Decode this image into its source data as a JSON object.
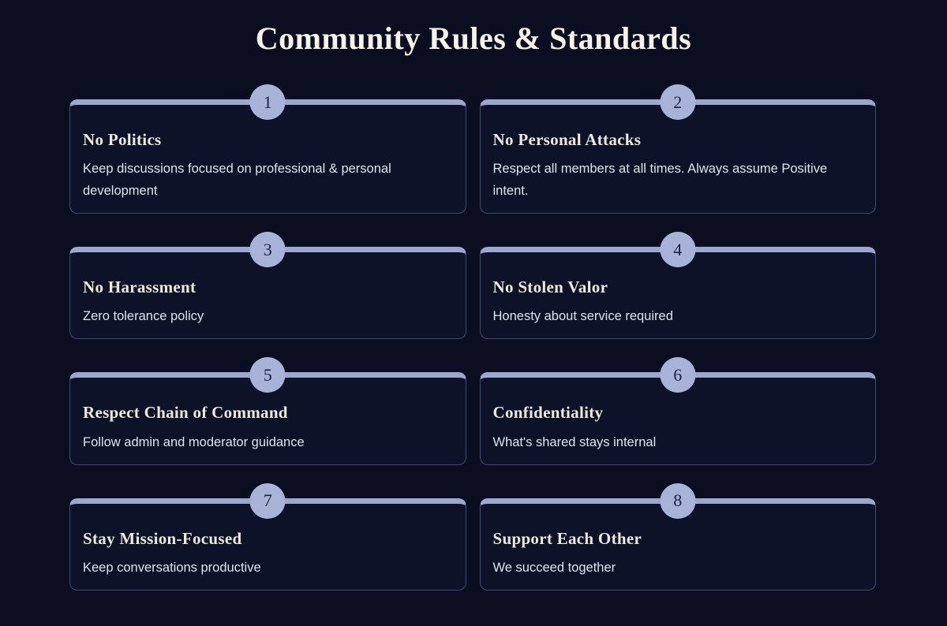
{
  "page": {
    "title": "Community Rules & Standards"
  },
  "colors": {
    "background": "#0a0e20",
    "card_bg": "#0d1228",
    "card_border": "#3e4a74",
    "accent": "#9ca7d0",
    "badge_bg": "#a9b3d8",
    "badge_text": "#1a2240",
    "title_text": "#f7f3e8",
    "card_title_text": "#ede9de",
    "body_text": "#dfe3ee"
  },
  "cards": [
    {
      "number": "1",
      "title": "No Politics",
      "description": "Keep discussions focused on professional & personal development"
    },
    {
      "number": "2",
      "title": "No Personal Attacks",
      "description": "Respect all members at all times. Always assume Positive intent."
    },
    {
      "number": "3",
      "title": "No Harassment",
      "description": "Zero tolerance policy"
    },
    {
      "number": "4",
      "title": "No Stolen Valor",
      "description": "Honesty about service required"
    },
    {
      "number": "5",
      "title": "Respect Chain of Command",
      "description": "Follow admin and moderator guidance"
    },
    {
      "number": "6",
      "title": "Confidentiality",
      "description": "What's shared stays internal"
    },
    {
      "number": "7",
      "title": "Stay Mission-Focused",
      "description": "Keep conversations productive"
    },
    {
      "number": "8",
      "title": "Support Each Other",
      "description": "We succeed together"
    }
  ]
}
